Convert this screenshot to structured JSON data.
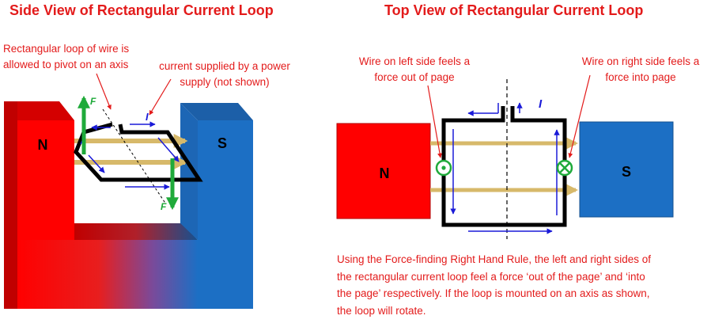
{
  "titles": {
    "side": "Side View of Rectangular Current Loop",
    "top": "Top View of Rectangular Current Loop"
  },
  "side_view": {
    "loop_note_lines": [
      "Rectangular loop of wire is",
      "allowed to pivot on an axis"
    ],
    "supply_note_lines": [
      "current supplied by a power",
      "supply (not shown)"
    ],
    "north_label": "N",
    "south_label": "S",
    "force_label_top": "F",
    "force_label_bottom": "F",
    "current_label": "I"
  },
  "top_view": {
    "left_note_lines": [
      "Wire on left side feels a",
      "force out of page"
    ],
    "right_note_lines": [
      "Wire on right side feels a",
      "force into page"
    ],
    "north_label": "N",
    "south_label": "S",
    "current_label": "I"
  },
  "caption_lines": [
    "Using the Force-finding Right Hand Rule, the left and right sides of",
    "the rectangular current loop feel a force ‘out of the page’ and ‘into",
    "the page’ respectively.  If the loop is mounted on an axis as shown,",
    "the loop will rotate."
  ],
  "colors": {
    "north": "#ff0000",
    "south": "#1c6fc4",
    "text_red": "#e31b1b",
    "field": "#d7b96a",
    "force": "#1faa3a",
    "current": "#1a1ad8",
    "wire": "#000000"
  },
  "icons": {
    "out_of_page": "circle-dot",
    "into_page": "circle-cross"
  }
}
